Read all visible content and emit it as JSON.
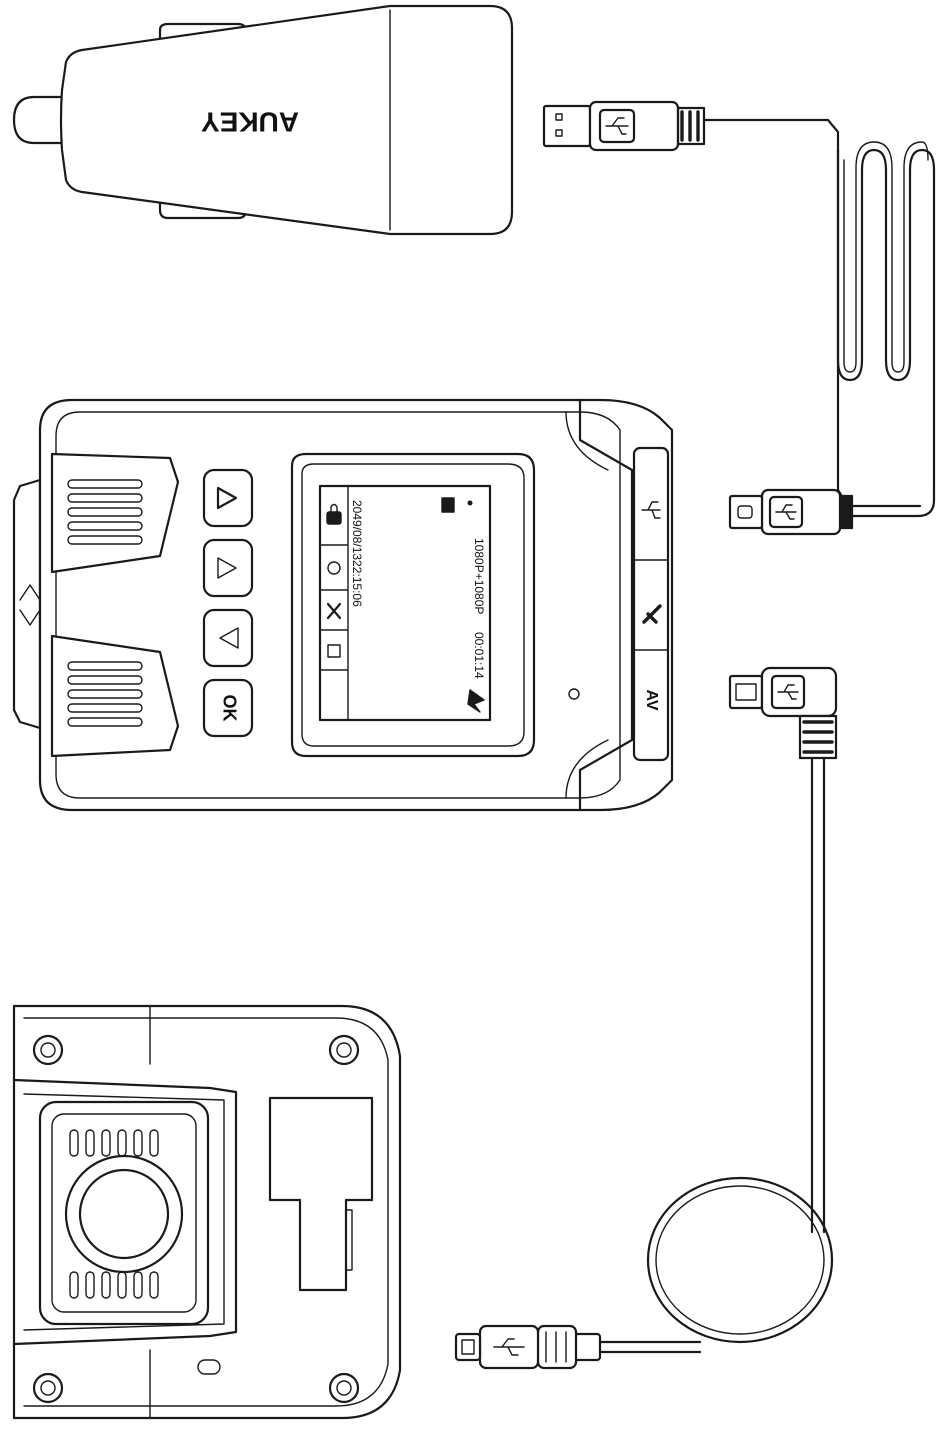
{
  "charger": {
    "brand_text": "AUKEY"
  },
  "dashcam": {
    "screen": {
      "resolution_text": "1080P+1080P",
      "timer_text": "00:01:14",
      "datetime_text": "2049/08/1322:15:06"
    },
    "buttons": {
      "ok_label": "OK"
    },
    "side_port_label": "AV"
  },
  "icons": [
    "usb-icon",
    "up-arrow-icon",
    "down-arrow-icon",
    "mode-icon",
    "microphone-icon",
    "lock-icon",
    "camera-icon",
    "rear-camera-icon"
  ]
}
